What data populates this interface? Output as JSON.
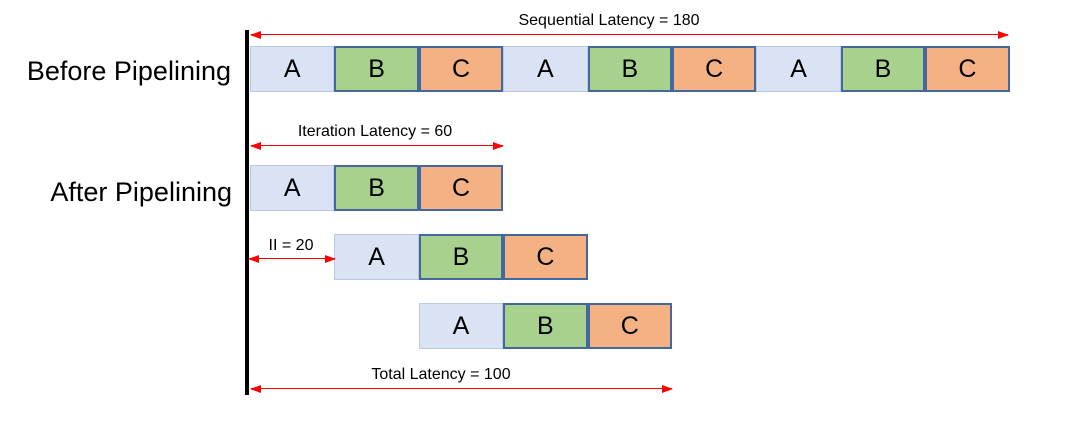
{
  "diagram": {
    "row_labels": {
      "before": "Before Pipelining",
      "after": "After Pipelining"
    },
    "annotations": {
      "sequential": "Sequential Latency = 180",
      "iteration": "Iteration Latency = 60",
      "initiation_interval": "II = 20",
      "total": "Total Latency = 100"
    },
    "values": {
      "sequential_latency": 180,
      "iteration_latency": 60,
      "initiation_interval": 20,
      "total_latency": 100
    },
    "stages": [
      "A",
      "B",
      "C"
    ],
    "rows": {
      "before": [
        "A",
        "B",
        "C",
        "A",
        "B",
        "C",
        "A",
        "B",
        "C"
      ],
      "iterations": [
        [
          "A",
          "B",
          "C"
        ],
        [
          "A",
          "B",
          "C"
        ],
        [
          "A",
          "B",
          "C"
        ]
      ]
    },
    "colors": {
      "stage_a_fill": "#dae3f3",
      "stage_a_border": "#bcc9e4",
      "stage_b_fill": "#a9d18e",
      "stage_c_fill": "#f4b183",
      "stage_border_dark": "#44679f",
      "arrow_red": "#ff0000",
      "timeline_black": "#000000"
    }
  }
}
